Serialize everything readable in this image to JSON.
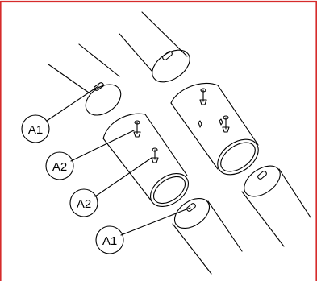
{
  "diagram": {
    "border_color": "#d62b2b",
    "line_color": "#000000",
    "callouts": {
      "a1_top": "A1",
      "a2_upper": "A2",
      "a2_lower": "A2",
      "a1_bottom": "A1"
    }
  }
}
